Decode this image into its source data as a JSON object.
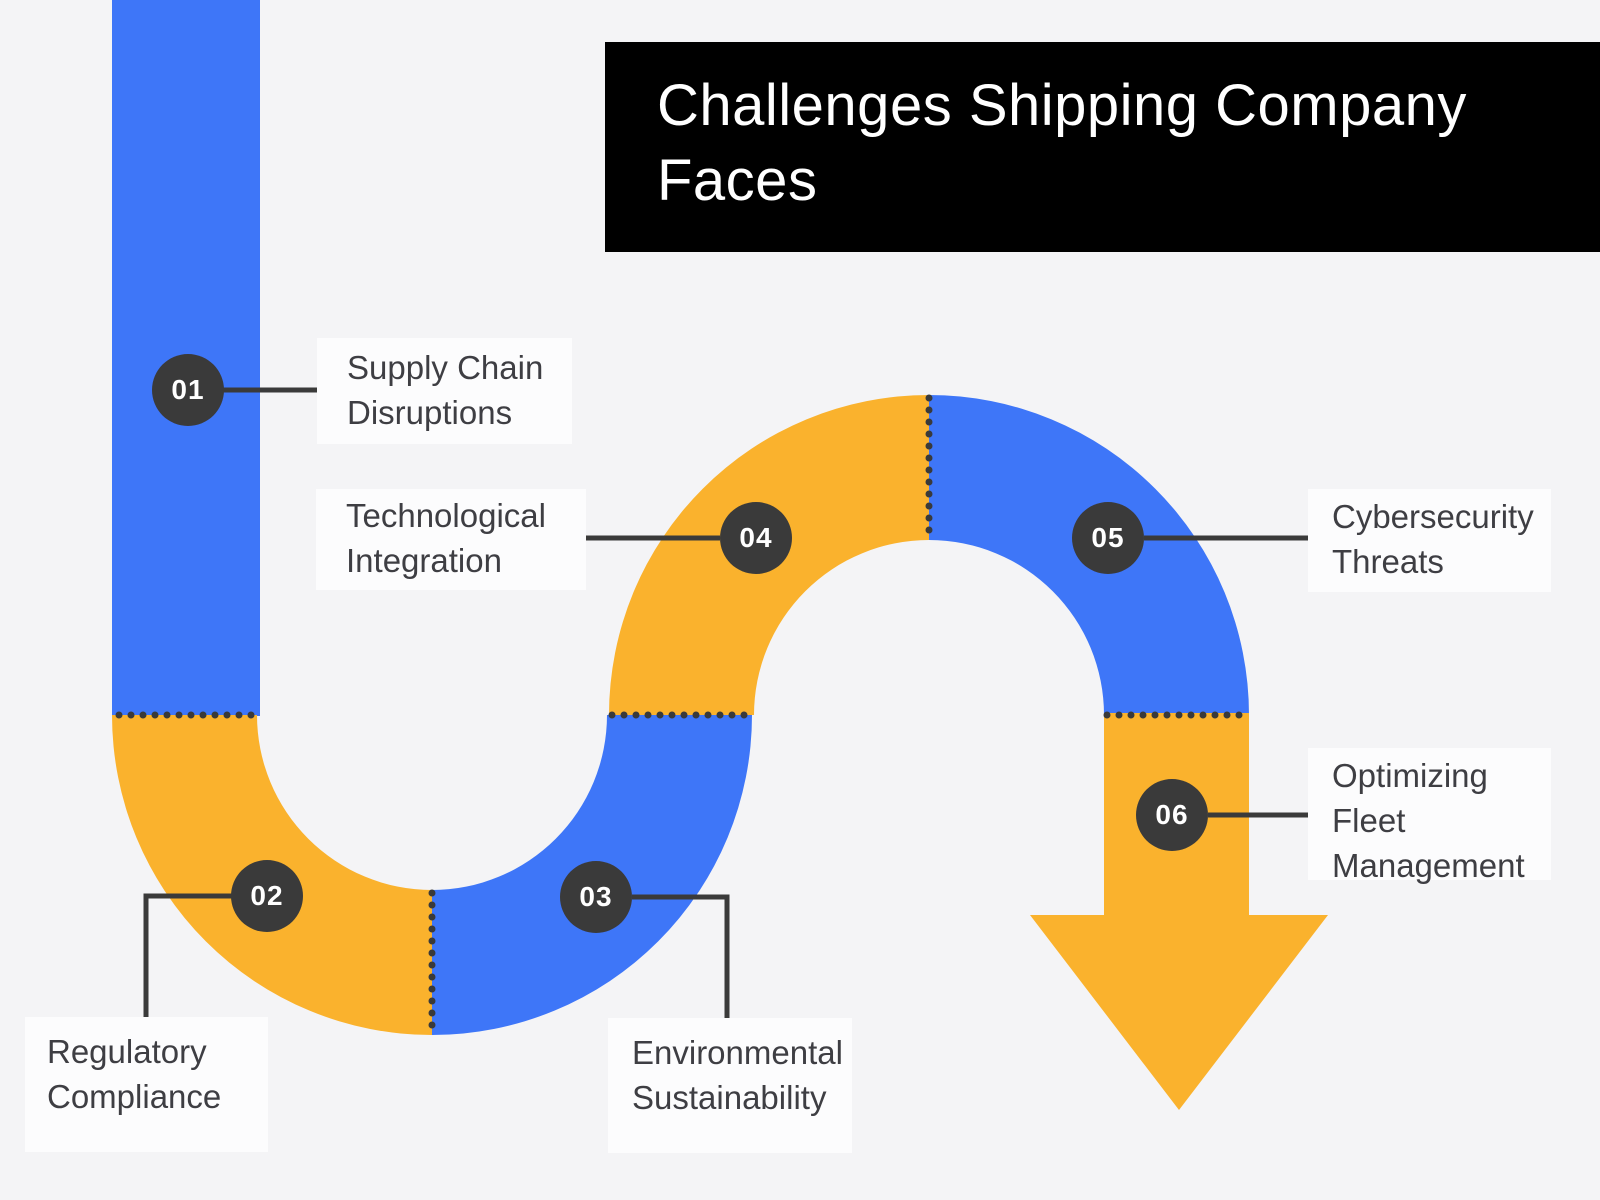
{
  "title": {
    "text": "Challenges Shipping Company\nFaces"
  },
  "colors": {
    "background": "#F4F4F6",
    "blue": "#3E76F8",
    "orange": "#FAB22D",
    "dark": "#3A3A3A",
    "label_box": "#FCFCFD",
    "title_bg": "#000000",
    "title_text": "#FFFFFF",
    "label_text": "#3E3E43"
  },
  "steps": [
    {
      "number": "01",
      "label": "Supply Chain\nDisruptions"
    },
    {
      "number": "02",
      "label": "Regulatory\nCompliance"
    },
    {
      "number": "03",
      "label": "Environmental\nSustainability"
    },
    {
      "number": "04",
      "label": "Technological\nIntegration"
    },
    {
      "number": "05",
      "label": "Cybersecurity\nThreats"
    },
    {
      "number": "06",
      "label": "Optimizing\nFleet\nManagement"
    }
  ],
  "path": {
    "shape": "snake-s-curve ending in down arrow",
    "segment_colors": [
      "blue",
      "orange",
      "blue",
      "orange",
      "blue",
      "orange"
    ],
    "arrow_direction": "down"
  }
}
